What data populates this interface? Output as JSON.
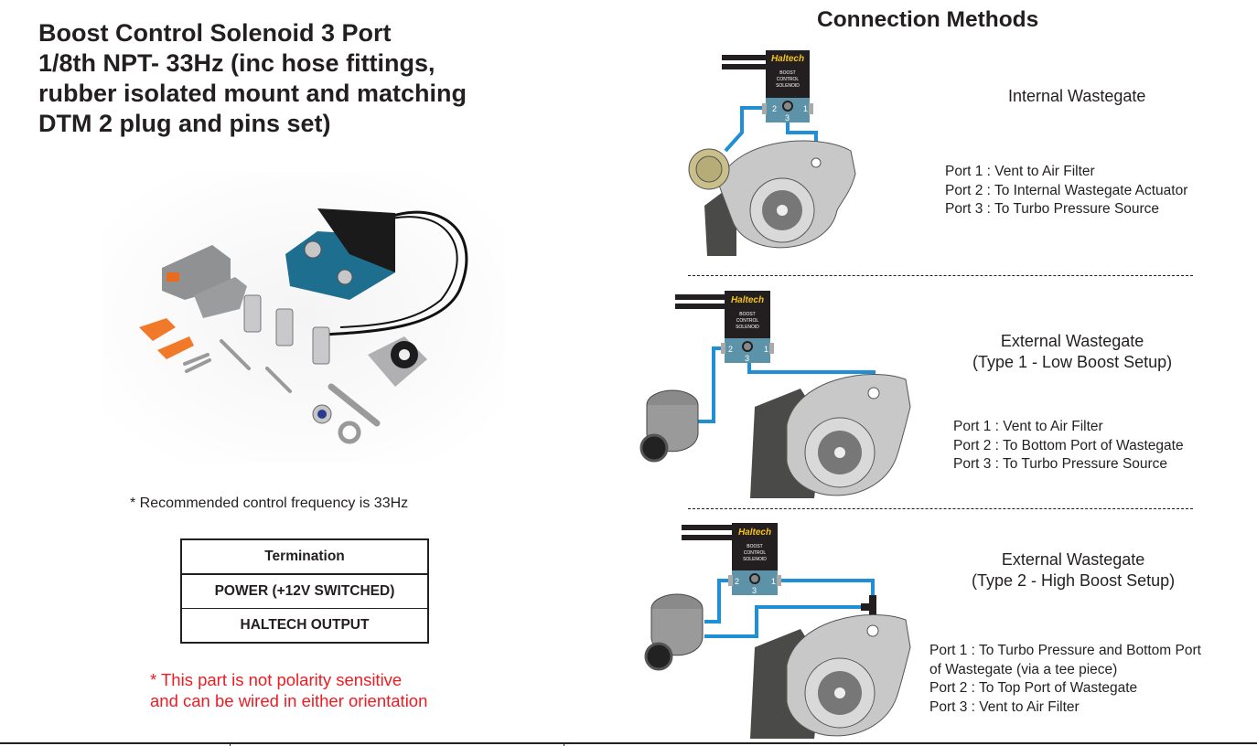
{
  "product": {
    "title_lines": [
      "Boost Control Solenoid 3 Port",
      "1/8th NPT- 33Hz (inc hose fittings,",
      "rubber isolated mount and matching",
      "DTM 2 plug and pins set)"
    ],
    "photo_alt": "Boost control solenoid kit with DTM plug, pins, hose fittings and rubber isolated mount",
    "frequency_note": "* Recommended control frequency is 33Hz",
    "termination_table": {
      "header": "Termination",
      "rows": [
        "POWER (+12V SWITCHED)",
        "HALTECH OUTPUT"
      ]
    },
    "polarity_note": [
      "* This part is not polarity sensitive",
      "and can be wired in either orientation"
    ]
  },
  "connection_methods": {
    "title": "Connection Methods",
    "solenoid_labels": {
      "brand": "Haltech",
      "line1": "BOOST",
      "line2": "CONTROL",
      "line3": "SOLENOID",
      "port1": "1",
      "port2": "2",
      "port3": "3"
    },
    "methods": [
      {
        "heading": [
          "Internal Wastegate"
        ],
        "ports": [
          "Port 1 : Vent to Air Filter",
          "Port 2 : To Internal Wastegate Actuator",
          "Port 3 : To Turbo Pressure Source"
        ]
      },
      {
        "heading": [
          "External Wastegate",
          "(Type 1 - Low Boost Setup)"
        ],
        "ports": [
          "Port 1 : Vent to Air Filter",
          "Port 2 : To Bottom Port of Wastegate",
          "Port 3 : To Turbo Pressure Source"
        ]
      },
      {
        "heading": [
          "External Wastegate",
          "(Type 2 - High Boost Setup)"
        ],
        "ports": [
          "Port 1 : To Turbo Pressure and Bottom Port",
          "of Wastegate (via a tee piece)",
          "Port 2 : To Top Port of Wastegate",
          "Port 3 : Vent to Air Filter"
        ]
      }
    ]
  },
  "colors": {
    "hose": "#1f8fd6",
    "solenoid_body": "#231f20",
    "solenoid_base": "#5d93a8",
    "brand_yellow": "#f7c21b",
    "turbo_grey": "#c8c8c8",
    "turbo_dark": "#4a4a48",
    "actuator_tan": "#c9bf8a",
    "warning_red": "#ed1c24"
  }
}
